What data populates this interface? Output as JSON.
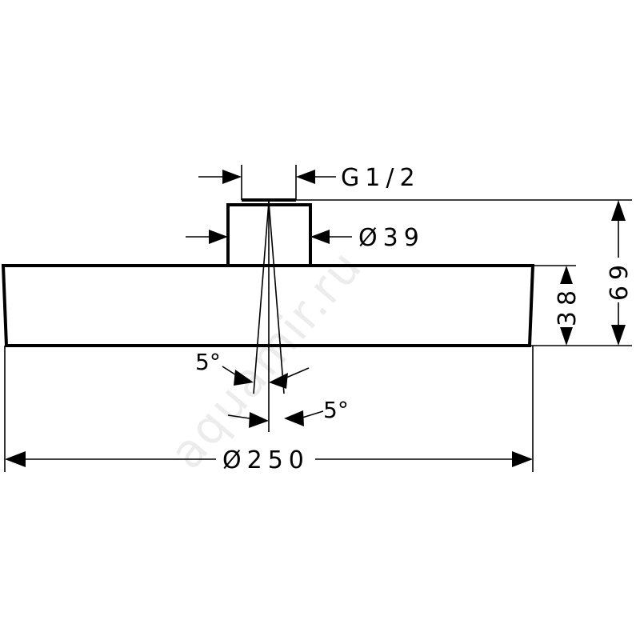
{
  "drawing": {
    "labels": {
      "thread": "G1/2",
      "neck_diameter": "Ø39",
      "body_height": "38",
      "overall_height": "69",
      "tilt_left": "5°",
      "tilt_right": "5°",
      "head_diameter": "Ø250"
    },
    "watermark": "aquamir.ru"
  }
}
